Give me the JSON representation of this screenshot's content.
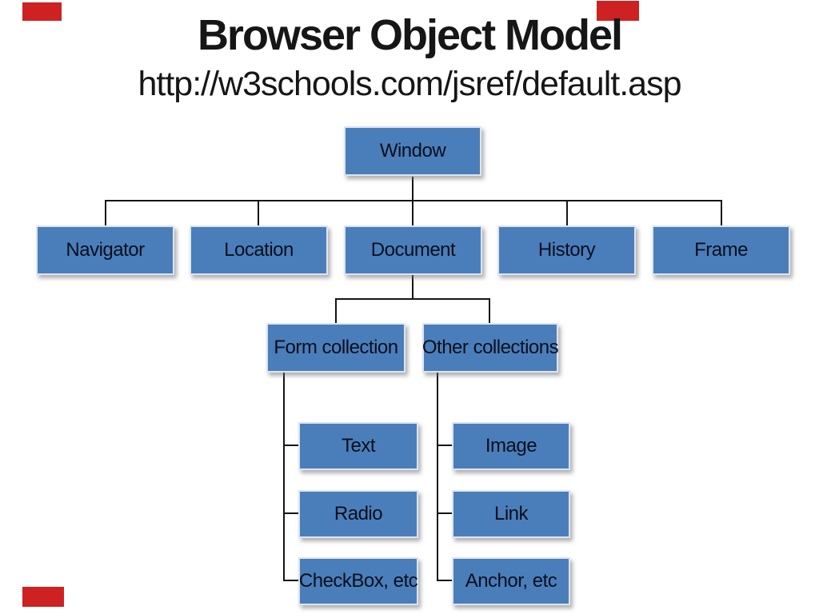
{
  "slide": {
    "title": "Browser Object Model",
    "subtitle": "http://w3schools.com/jsref/default.asp"
  },
  "colors": {
    "node_fill": "#4a7ebb",
    "node_border": "#dde5f1",
    "connector": "#151515",
    "corner_mark": "#ce2121",
    "text": "#0b0e1a",
    "background": "#ffffff"
  },
  "tree": {
    "root": {
      "label": "Window"
    },
    "level1": [
      {
        "label": "Navigator"
      },
      {
        "label": "Location"
      },
      {
        "label": "Document"
      },
      {
        "label": "History"
      },
      {
        "label": "Frame"
      }
    ],
    "document_children": [
      {
        "label": "Form collection"
      },
      {
        "label": "Other collections"
      }
    ],
    "form_collection_children": [
      {
        "label": "Text"
      },
      {
        "label": "Radio"
      },
      {
        "label": "CheckBox, etc"
      }
    ],
    "other_collections_children": [
      {
        "label": "Image"
      },
      {
        "label": "Link"
      },
      {
        "label": "Anchor, etc"
      }
    ]
  }
}
